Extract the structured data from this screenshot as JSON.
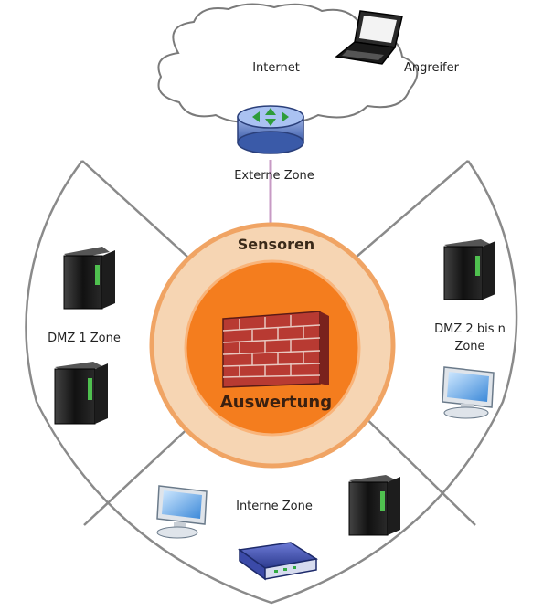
{
  "labels": {
    "internet": "Internet",
    "attacker": "Angreifer",
    "external_zone": "Externe Zone",
    "sensors": "Sensoren",
    "evaluation": "Auswertung",
    "dmz1_zone": "DMZ 1 Zone",
    "dmz2_line1": "DMZ 2 bis n",
    "dmz2_line2": "Zone",
    "internal_zone": "Interne Zone"
  },
  "icons": {
    "cloud": "cloud-icon",
    "laptop": "laptop-icon",
    "router": "router-icon",
    "firewall": "firewall-brick-wall-icon",
    "server": "server-tower-icon",
    "workstation": "monitor-workstation-icon",
    "modem": "modem-icon"
  },
  "colors": {
    "outer_ring": "#f6d5b3",
    "outer_ring_stroke": "#f0a464",
    "inner_core": "#f47d1e",
    "link_line": "#c79ac4",
    "zone_border": "#8a8a8a",
    "brick": "#b83a32"
  }
}
